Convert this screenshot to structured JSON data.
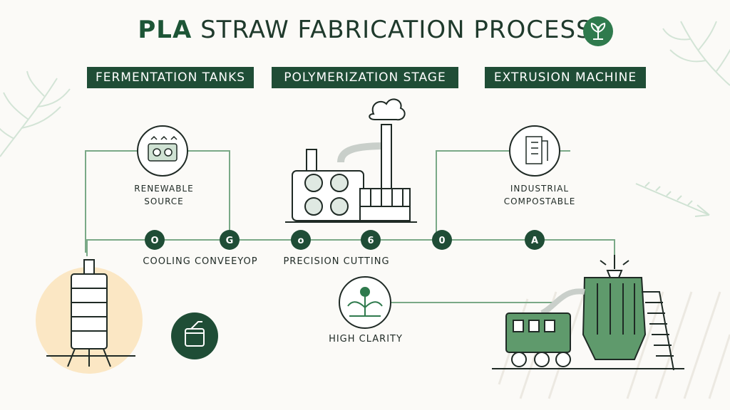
{
  "title": {
    "strong": "PLA",
    "rest": "STRAW FABRICATION PROCESS"
  },
  "stages": [
    {
      "label": "FERMENTATION TANKS"
    },
    {
      "label": "POLYMERIZATION STAGE"
    },
    {
      "label": "EXTRUSION MACHINE"
    }
  ],
  "callouts": {
    "renewable_line1": "RENEWABLE",
    "renewable_line2": "SOURCE",
    "industrial_line1": "INDUSTRIAL",
    "industrial_line2": "COMPOSTABLE",
    "cooling": "COOLING CONVEEYOP",
    "precision": "PRECISION CUTTING",
    "clarity": "HIGH CLARITY"
  },
  "node_glyphs": [
    "O",
    "G",
    "o",
    "6",
    "0",
    "A"
  ],
  "colors": {
    "dark_green": "#1f4d36",
    "mid_green": "#2f7a4d",
    "light_green": "#5f9a6c",
    "line_green": "#7aa987",
    "sun": "#fbe7c4",
    "leaf": "#cfe2d3"
  }
}
